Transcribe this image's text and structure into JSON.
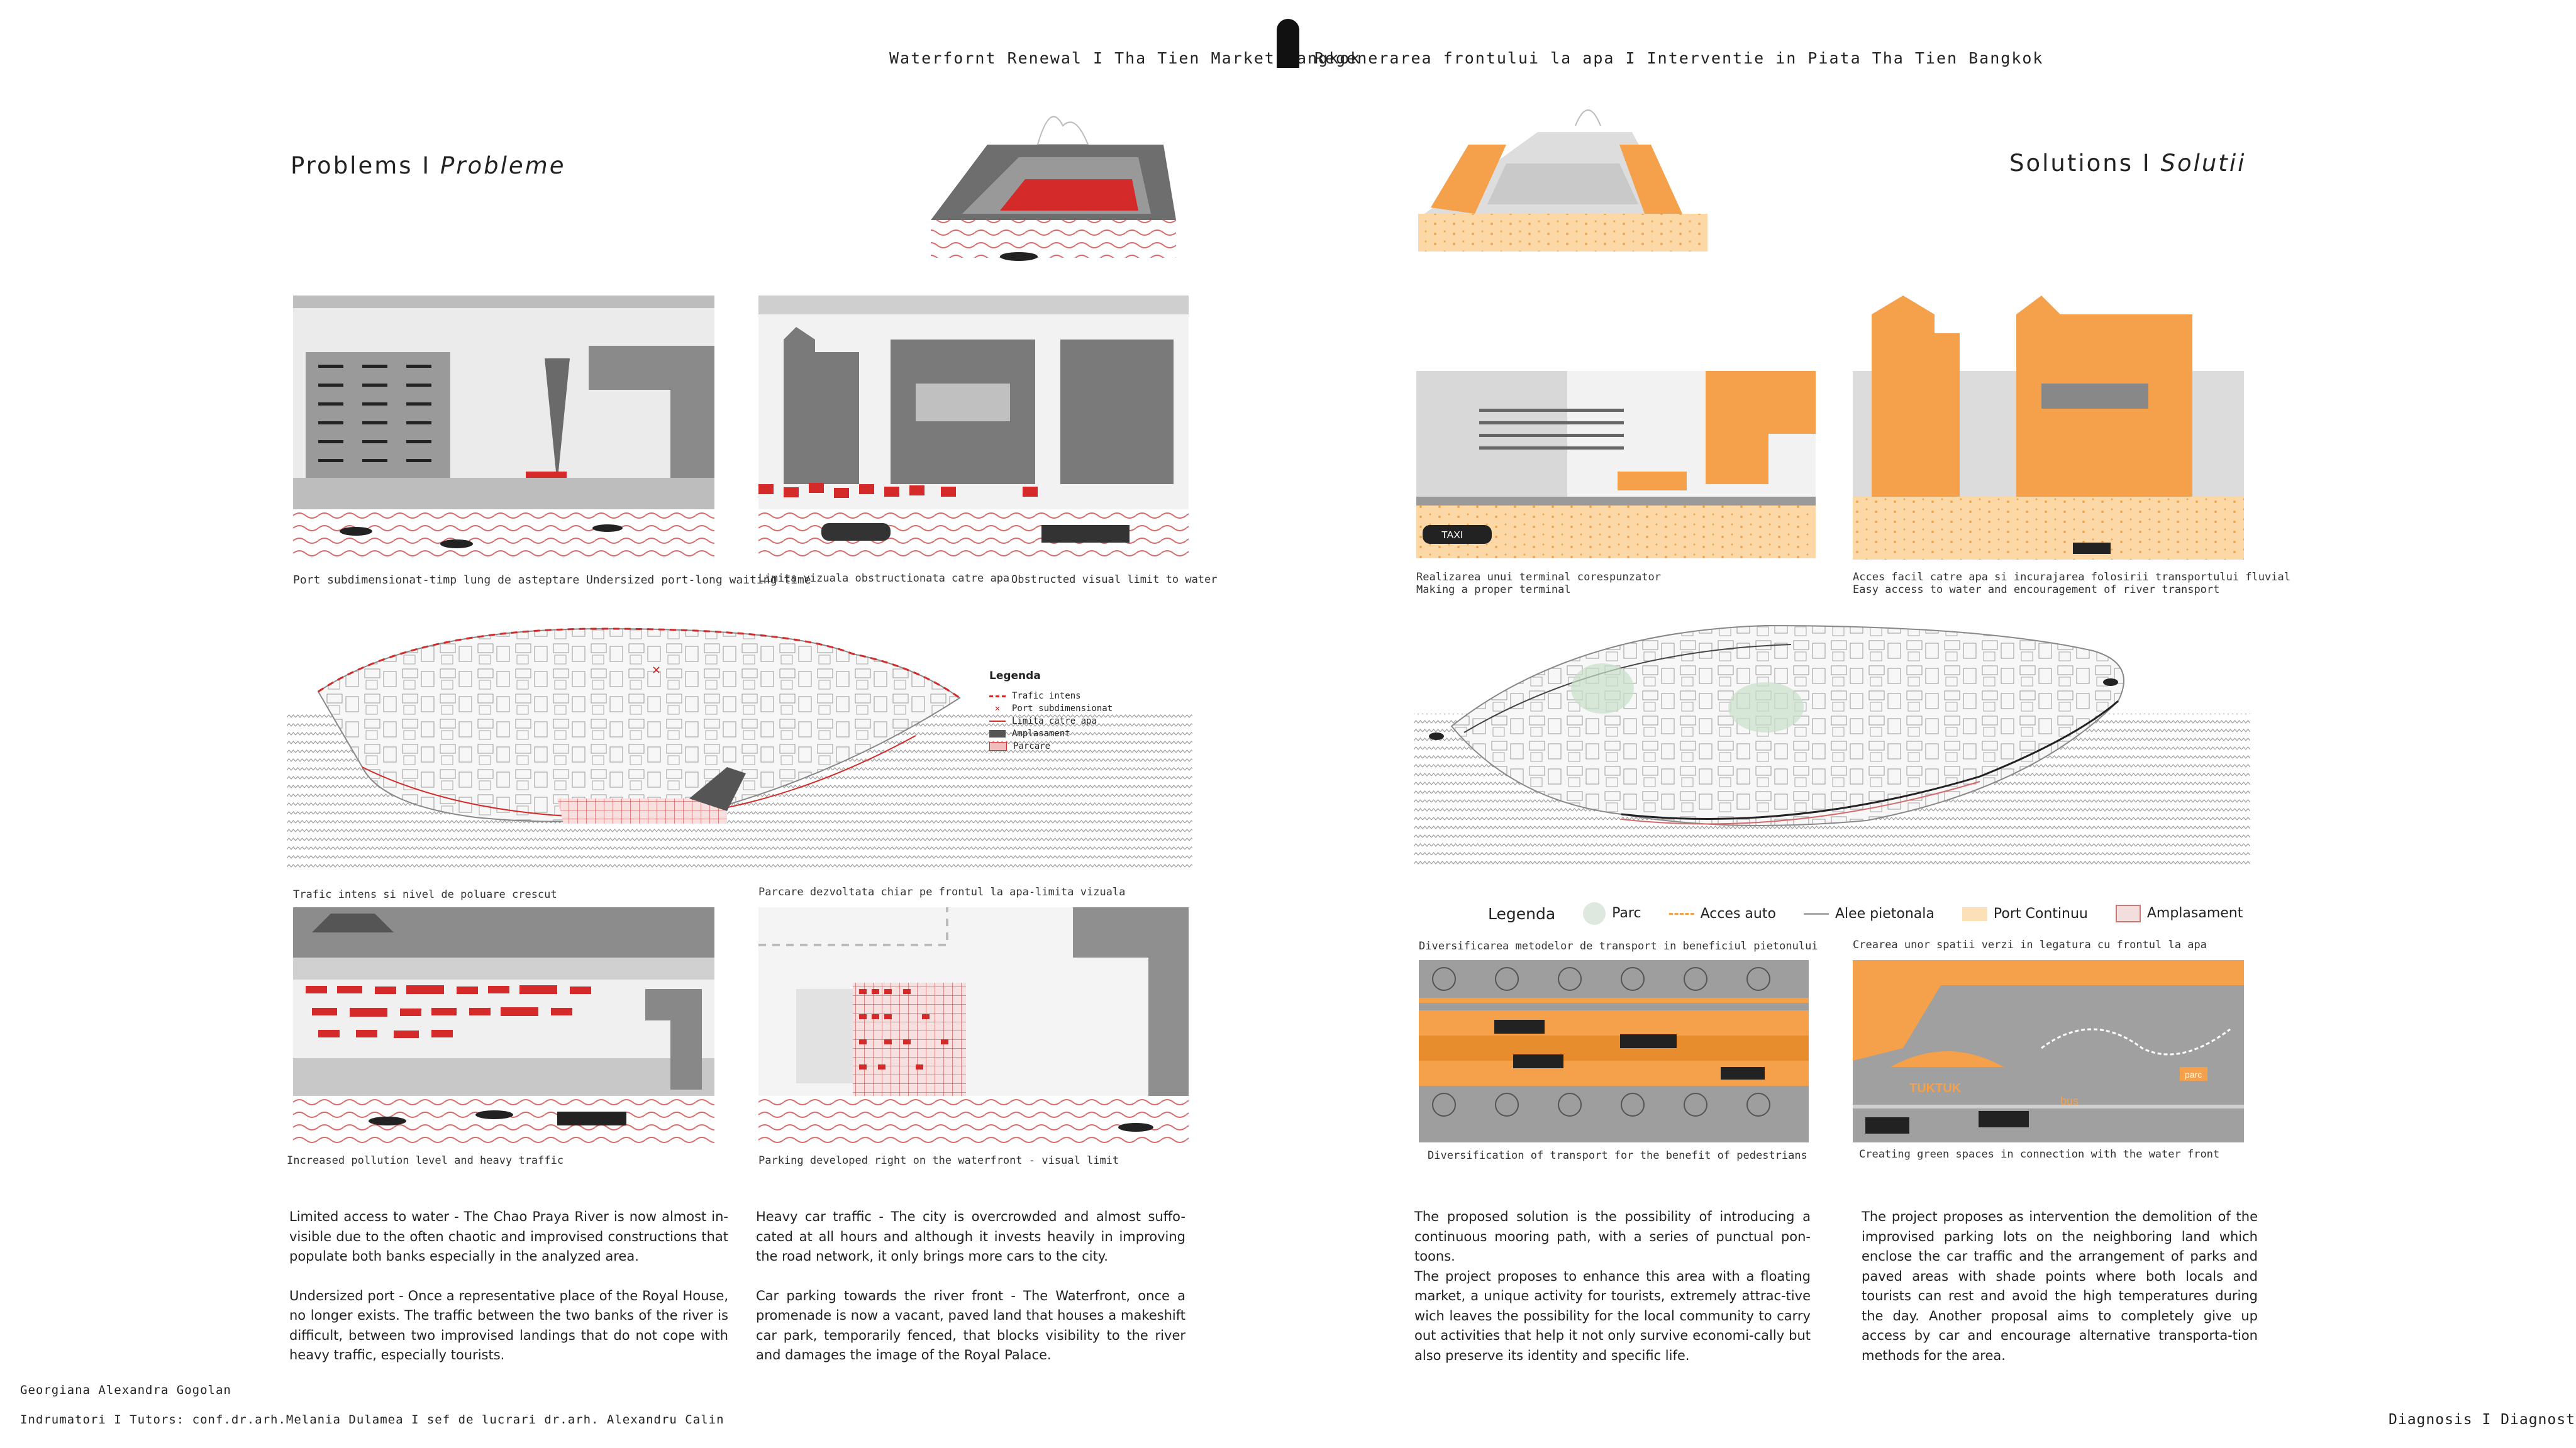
{
  "header": {
    "left_title": "Waterfornt Renewal I Tha Tien Market Bangkok",
    "right_title": "Regenerarea frontului la apa I Interventie in Piata Tha Tien Bangkok"
  },
  "problems": {
    "title_en": "Problems I ",
    "title_ro": "Probleme"
  },
  "solutions": {
    "title_en": "Solutions I ",
    "title_ro": "Solutii"
  },
  "captions": {
    "p1": "Port subdimensionat-timp lung de asteptare Undersized port-long waiting time",
    "p2a": "Limita vizuala obstructionata catre apa",
    "p2b": "Obstructed visual limit to water",
    "map_a": "Trafic intens si nivel de poluare crescut",
    "map_b": "Parcare dezvoltata chiar pe frontul la apa-limita vizuala",
    "p3": "Increased pollution level and heavy traffic",
    "p4": "Parking developed right on the waterfront - visual limit",
    "s1a": "Realizarea unui terminal corespunzator",
    "s1b": "Making a proper terminal",
    "s2a": "Acces facil catre apa si incurajarea folosirii transportului fluvial",
    "s2b": "Easy access to water and encouragement of river transport",
    "s3top": "Diversificarea metodelor de transport in beneficiul pietonului",
    "s4top": "Crearea unor spatii verzi in legatura cu frontul la apa",
    "s3": "Diversification of transport for the benefit of pedestrians",
    "s4": "Creating green spaces in connection with the water front"
  },
  "legend_left": {
    "title": "Legenda",
    "items": [
      "Trafic intens",
      "Port subdimensionat",
      "Limita catre apa",
      "Amplasament",
      "Parcare"
    ]
  },
  "legend_right": {
    "title": "Legenda",
    "items": [
      "Parc",
      "Acces auto",
      "Alee pietonala",
      "Port Continuu",
      "Amplasament"
    ]
  },
  "labels": {
    "taxi": "TAXI",
    "tuktuk": "TUKTUK",
    "bus": "bus",
    "parc": "parc"
  },
  "texts": {
    "col1_p1": "Limited access to water - The Chao Praya River is now almost in-visible due to the often chaotic and improvised constructions that populate both banks especially in the analyzed area.",
    "col1_p2": "Undersized port - Once a representative place of the Royal House, no longer exists. The traffic between the two banks of the river is difficult, between two improvised landings that do not cope with heavy traffic, especially tourists.",
    "col2_p1": "Heavy car traffic - The city is overcrowded and almost suffo-cated at all hours and although it invests heavily in improving the road network, it only brings more cars to the city.",
    "col2_p2": "Car parking towards the river front - The Waterfront, once a promenade is now a vacant, paved land that houses a makeshift car park, temporarily fenced, that blocks visibility to the river and damages the image of the Royal Palace.",
    "col3_p1": "The proposed solution is the possibility of introducing a continuous mooring path, with a series of punctual pon-toons.",
    "col3_p2": "The project proposes to enhance this area with a floating market, a unique activity for tourists, extremely attrac-tive wich leaves the possibility for the local community to carry out activities that help it not only survive economi-cally but also preserve its identity and specific life.",
    "col4_p1": "The project proposes as intervention the demolition of the improvised parking lots on the neighboring land which enclose the car traffic and the arrangement of parks and paved areas with shade points where both locals and tourists can rest and avoid the high temperatures during the day. Another proposal aims to completely give up access by car and encourage alternative transporta-tion methods for the area."
  },
  "footer": {
    "author": "Georgiana Alexandra Gogolan",
    "tutors": "Indrumatori I Tutors: conf.dr.arh.Melania Dulamea I sef de lucrari dr.arh. Alexandru Calin",
    "section": "Diagnosis I Diagnostic"
  },
  "colors": {
    "red": "#d42a2a",
    "orange": "#f5a04a",
    "grey": "#7c7c7c",
    "lightgrey": "#e4e4e4"
  }
}
